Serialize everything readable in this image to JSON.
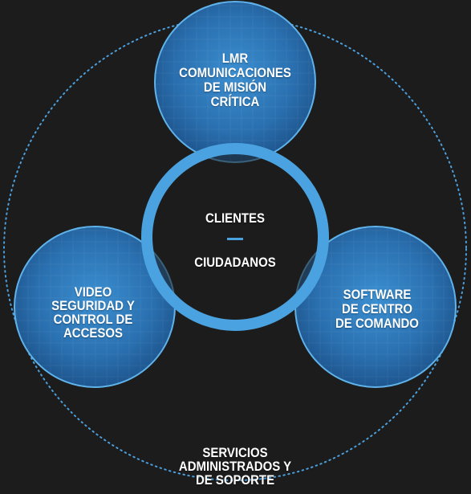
{
  "colors": {
    "background": "#1c1c1c",
    "circle_fill": "#1f5f9a",
    "circle_fill_light": "#3b8fd1",
    "ring": "#4aa3e0",
    "dotted_outline": "#4a9fdc"
  },
  "nodes": {
    "lmr": {
      "lines": [
        "LMR",
        "COMUNICACIONES",
        "DE MISIÓN",
        "CRÍTICA"
      ]
    },
    "video": {
      "lines": [
        "VIDEO",
        "SEGURIDAD Y",
        "CONTROL DE",
        "ACCESOS"
      ]
    },
    "software": {
      "lines": [
        "SOFTWARE",
        "DE CENTRO",
        "DE COMANDO"
      ]
    },
    "center": {
      "top": "CLIENTES",
      "bottom": "CIUDADANOS"
    }
  },
  "outer": {
    "lines": [
      "SERVICIOS",
      "ADMINISTRADOS Y",
      "DE SOPORTE"
    ]
  }
}
